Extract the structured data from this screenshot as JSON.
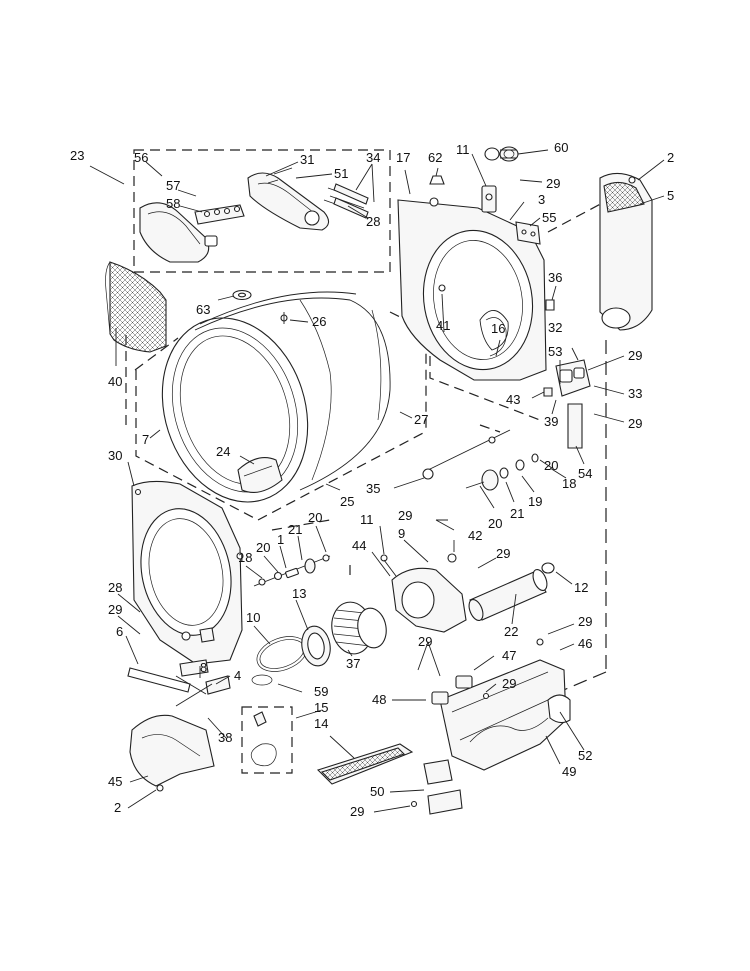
{
  "callouts": [
    {
      "id": "c23",
      "text": "23"
    },
    {
      "id": "c56",
      "text": "56"
    },
    {
      "id": "c57",
      "text": "57"
    },
    {
      "id": "c58",
      "text": "58"
    },
    {
      "id": "c31",
      "text": "31"
    },
    {
      "id": "c51",
      "text": "51"
    },
    {
      "id": "c34",
      "text": "34"
    },
    {
      "id": "c28a",
      "text": "28"
    },
    {
      "id": "c17",
      "text": "17"
    },
    {
      "id": "c62",
      "text": "62"
    },
    {
      "id": "c11a",
      "text": "11"
    },
    {
      "id": "c60",
      "text": "60"
    },
    {
      "id": "c2a",
      "text": "2"
    },
    {
      "id": "c5",
      "text": "5"
    },
    {
      "id": "c29a",
      "text": "29"
    },
    {
      "id": "c3",
      "text": "3"
    },
    {
      "id": "c55",
      "text": "55"
    },
    {
      "id": "c36",
      "text": "36"
    },
    {
      "id": "c63",
      "text": "63"
    },
    {
      "id": "c26",
      "text": "26"
    },
    {
      "id": "c41",
      "text": "41"
    },
    {
      "id": "c16",
      "text": "16"
    },
    {
      "id": "c32",
      "text": "32"
    },
    {
      "id": "c40",
      "text": "40"
    },
    {
      "id": "c53",
      "text": "53"
    },
    {
      "id": "c29b",
      "text": "29"
    },
    {
      "id": "c43",
      "text": "43"
    },
    {
      "id": "c33",
      "text": "33"
    },
    {
      "id": "c27",
      "text": "27"
    },
    {
      "id": "c39",
      "text": "39"
    },
    {
      "id": "c29c",
      "text": "29"
    },
    {
      "id": "c7",
      "text": "7"
    },
    {
      "id": "c30",
      "text": "30"
    },
    {
      "id": "c24",
      "text": "24"
    },
    {
      "id": "c54",
      "text": "54"
    },
    {
      "id": "c20a",
      "text": "20"
    },
    {
      "id": "c18a",
      "text": "18"
    },
    {
      "id": "c35",
      "text": "35"
    },
    {
      "id": "c25",
      "text": "25"
    },
    {
      "id": "c19",
      "text": "19"
    },
    {
      "id": "c21a",
      "text": "21"
    },
    {
      "id": "c20b",
      "text": "20"
    },
    {
      "id": "c11b",
      "text": "11"
    },
    {
      "id": "c29d",
      "text": "29"
    },
    {
      "id": "c20c",
      "text": "20"
    },
    {
      "id": "c21b",
      "text": "21"
    },
    {
      "id": "c1",
      "text": "1"
    },
    {
      "id": "c9",
      "text": "9"
    },
    {
      "id": "c42",
      "text": "42"
    },
    {
      "id": "c44",
      "text": "44"
    },
    {
      "id": "c18b",
      "text": "18"
    },
    {
      "id": "c20d",
      "text": "20"
    },
    {
      "id": "c29e",
      "text": "29"
    },
    {
      "id": "c12",
      "text": "12"
    },
    {
      "id": "c28b",
      "text": "28"
    },
    {
      "id": "c29f",
      "text": "29"
    },
    {
      "id": "c13",
      "text": "13"
    },
    {
      "id": "c22",
      "text": "22"
    },
    {
      "id": "c29g",
      "text": "29"
    },
    {
      "id": "c6",
      "text": "6"
    },
    {
      "id": "c10",
      "text": "10"
    },
    {
      "id": "c46",
      "text": "46"
    },
    {
      "id": "c29h",
      "text": "29"
    },
    {
      "id": "c8",
      "text": "8"
    },
    {
      "id": "c37",
      "text": "37"
    },
    {
      "id": "c47",
      "text": "47"
    },
    {
      "id": "c4",
      "text": "4"
    },
    {
      "id": "c59",
      "text": "59"
    },
    {
      "id": "c29i",
      "text": "29"
    },
    {
      "id": "c48",
      "text": "48"
    },
    {
      "id": "c15",
      "text": "15"
    },
    {
      "id": "c14",
      "text": "14"
    },
    {
      "id": "c38",
      "text": "38"
    },
    {
      "id": "c52",
      "text": "52"
    },
    {
      "id": "c45",
      "text": "45"
    },
    {
      "id": "c49",
      "text": "49"
    },
    {
      "id": "c50",
      "text": "50"
    },
    {
      "id": "c2b",
      "text": "2"
    },
    {
      "id": "c29j",
      "text": "29"
    }
  ]
}
